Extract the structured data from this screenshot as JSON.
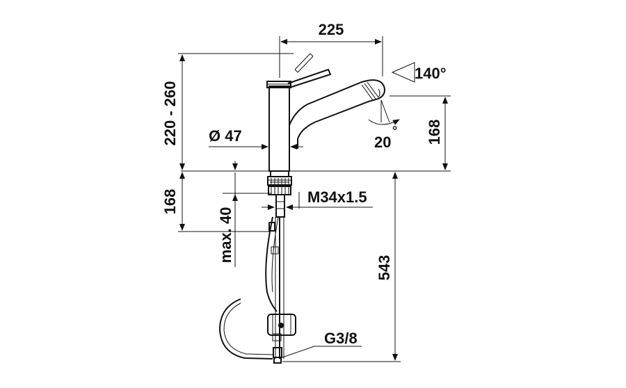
{
  "dimensions": {
    "spout_reach": "225",
    "height_range": "220 - 260",
    "body_diameter": "Ø 47",
    "spout_height": "168",
    "swivel_angle": "140°",
    "spout_tilt": "20",
    "degree_mark": "°",
    "below_counter_length": "168",
    "thread": "M34x1.5",
    "max_counter_thickness": "max. 40",
    "hose_length": "543",
    "connection": "G3/8"
  },
  "colors": {
    "line": "#111111",
    "background": "#ffffff"
  }
}
